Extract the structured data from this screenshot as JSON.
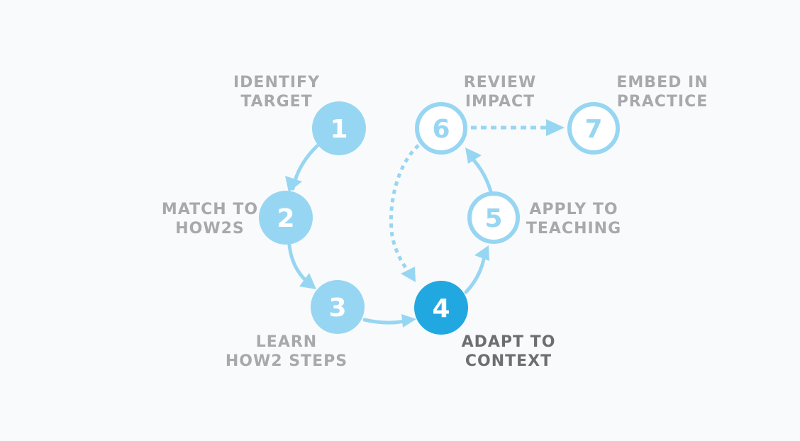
{
  "colors": {
    "background": "#f9fafb",
    "node_light": "#97d6f2",
    "node_active": "#22a8e1",
    "node_outline": "#97d6f2",
    "arrow": "#97d6f2",
    "label_muted": "#a7a9ac",
    "label_active": "#6d6e71",
    "number_text": "#ffffff"
  },
  "steps": [
    {
      "number": "1",
      "line1": "IDENTIFY",
      "line2": "TARGET",
      "style": "filled"
    },
    {
      "number": "2",
      "line1": "MATCH TO",
      "line2": "HOW2S",
      "style": "filled"
    },
    {
      "number": "3",
      "line1": "LEARN",
      "line2": "HOW2 STEPS",
      "style": "filled"
    },
    {
      "number": "4",
      "line1": "ADAPT TO",
      "line2": "CONTEXT",
      "style": "active"
    },
    {
      "number": "5",
      "line1": "APPLY TO",
      "line2": "TEACHING",
      "style": "outline"
    },
    {
      "number": "6",
      "line1": "REVIEW",
      "line2": "IMPACT",
      "style": "outline"
    },
    {
      "number": "7",
      "line1": "EMBED IN",
      "line2": "PRACTICE",
      "style": "outline"
    }
  ],
  "connections": [
    {
      "from": "1",
      "to": "2",
      "style": "solid"
    },
    {
      "from": "2",
      "to": "3",
      "style": "solid"
    },
    {
      "from": "3",
      "to": "4",
      "style": "solid"
    },
    {
      "from": "4",
      "to": "5",
      "style": "solid"
    },
    {
      "from": "5",
      "to": "6",
      "style": "solid"
    },
    {
      "from": "6",
      "to": "4",
      "style": "dotted"
    },
    {
      "from": "6",
      "to": "7",
      "style": "dotted"
    }
  ]
}
